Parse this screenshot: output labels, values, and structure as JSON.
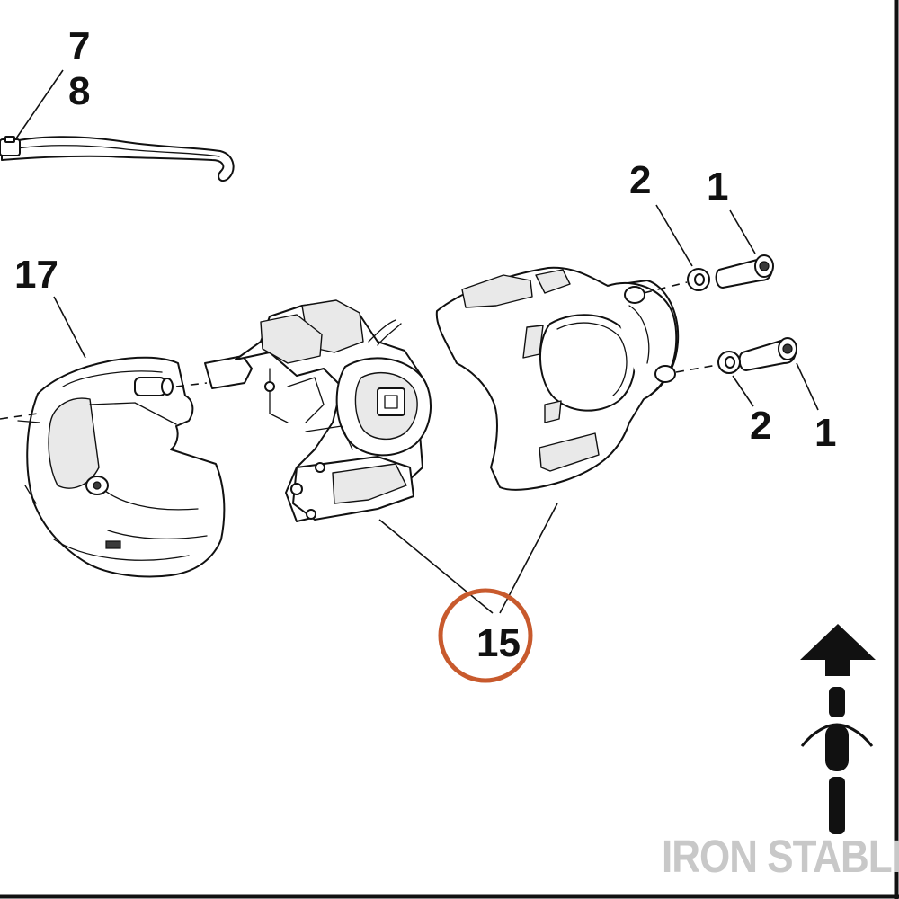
{
  "callouts": [
    {
      "id": "7",
      "label": "7"
    },
    {
      "id": "8",
      "label": "8"
    },
    {
      "id": "17",
      "label": "17"
    },
    {
      "id": "2a",
      "label": "2"
    },
    {
      "id": "1a",
      "label": "1"
    },
    {
      "id": "2b",
      "label": "2"
    },
    {
      "id": "1b",
      "label": "1"
    },
    {
      "id": "15",
      "label": "15"
    }
  ],
  "highlight": {
    "target": "15",
    "color": "#c85a2d"
  },
  "direction_indicator": {
    "icon": "arrow-up-icon",
    "vehicle_icon": "motorcycle-top-view-icon"
  },
  "watermark": {
    "text": "IRON STABLE"
  }
}
